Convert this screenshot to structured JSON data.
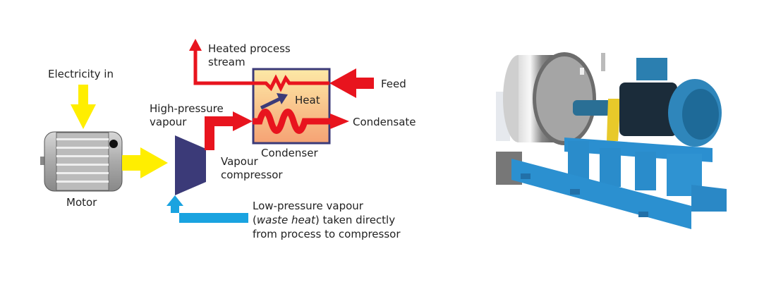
{
  "diagram": {
    "labels": {
      "electricity_in": "Electricity in",
      "motor": "Motor",
      "high_pressure_1": "High-pressure",
      "high_pressure_2": "vapour",
      "heated_1": "Heated process",
      "heated_2": "stream",
      "feed": "Feed",
      "heat": "Heat",
      "condensate": "Condensate",
      "condenser": "Condenser",
      "compressor_1": "Vapour",
      "compressor_2": "compressor",
      "low_pressure_1": "Low-pressure vapour",
      "low_pressure_2a": "(",
      "low_pressure_2b": "waste heat",
      "low_pressure_2c": ") taken directly",
      "low_pressure_3": "from process to compressor"
    },
    "colors": {
      "electric": "#ffee00",
      "hot": "#e8141e",
      "cold": "#1aa3e0",
      "equipment": "#3b3a78"
    }
  },
  "photo": {
    "subject": "vapour-compressor-unit-photo"
  }
}
